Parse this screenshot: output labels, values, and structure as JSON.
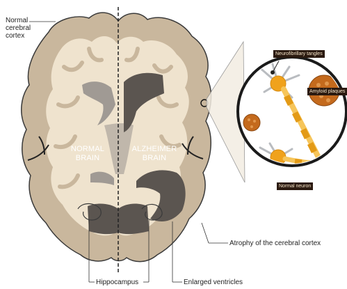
{
  "labels": {
    "normal_cortex": [
      "Normal",
      "cerebral",
      "cortex"
    ],
    "normal_brain": [
      "NORMAL",
      "BRAIN"
    ],
    "alzheimer_brain": [
      "ALZHEIMER",
      "BRAIN"
    ],
    "atrophy": "Atrophy of the cerebral cortex",
    "hippocampus": "Hippocampus",
    "enlarged_ventricles": "Enlarged ventricles"
  },
  "inset_tags": {
    "tangles": "Neurofibrillary tangles",
    "plaques": "Amyloid plaques",
    "neuron": "Normal neuron"
  },
  "colors": {
    "outer_tissue": "#c9b79d",
    "inner_tissue": "#efe3ce",
    "ventricle_dark": "#5b5550",
    "ventricle_light": "#a09a94",
    "outline": "#3a3a3a",
    "neuron_orange": "#f0a21c",
    "inset_bg": "#ffffff",
    "tag_bg": "#2b1a10"
  }
}
